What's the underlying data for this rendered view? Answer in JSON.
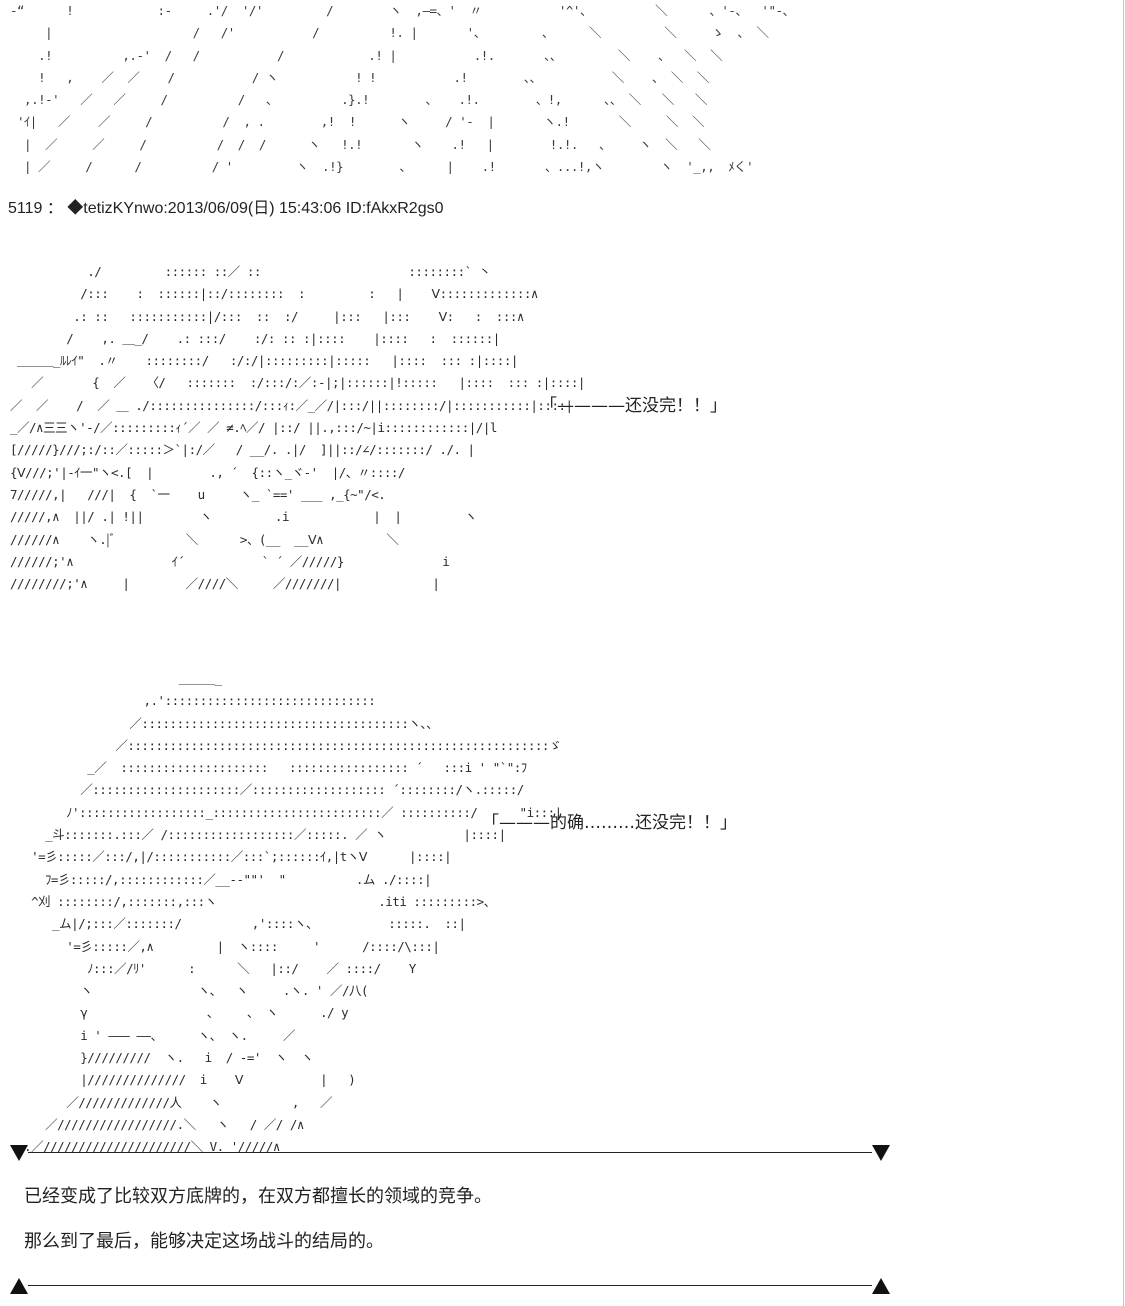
{
  "post": {
    "header": "5119 ： ◆tetizKYnwo:2013/06/09(日) 15:43:06 ID:fAkxR2gs0"
  },
  "art": {
    "top": "-“      !            :-     .'/  '/'         /        ヽ  ,—=、'  〃           '^'、         ＼      、'-、  '\"-、\n     |                    /   /'           /          !. |       '、        、     ＼         ＼     ゝ  、 ＼\n    .!          ,.-'  /   /           /            .! |           .!.       、、        ＼    、  ＼  ＼\n    !   ,    ／  ／    /           / ヽ           ! !           .!        、、          ＼    、 ＼  ＼\n  ,.!-'   ／   ／     /          /   、         .}.!        、   .!.        、!,      、、 ＼   ＼   ＼\n 'ｲ|   ／    ／     /          /  , .        ,!  !      ヽ     / '-  |       ヽ.!       ＼     ＼  ＼\n  |  ／     ／     /          /  /  /      ヽ   !.!       ヽ    .!   |        !.!.   、    ヽ  ＼   ＼\n  | ／     /      /          / '         ヽ  .!}        、     |    .!       、...!,ヽ        ヽ  '_,,  ﾒく'",
    "girl": "           ./         :::::: ::／ ::                     ::::::::` 丶\n          /:::    :  ::::::|::/::::::::  :         :   |    Ⅴ:::::::::::::∧\n         .: ::   :::::::::::|/:::  ::  :/     |:::   |:::    Ⅴ:   :  :::∧\n        /    ,. ＿_/    .: :::/    :/: :: :|::::    |::::   :  ::::::|\n ＿＿＿_ﾙﾚｲ\"  .〃    ::::::::/   :/:/|:::::::::|:::::   |::::  ::: :|::::|\n   ／       {  ／   〈/   :::::::  :/:::/:／:-|;|::::::|!:::::   |::::  ::: :|::::|\n／  ／    /  ／ ＿ ./:::::::::::::::/:::ｨ:／_／/|:::/||::::::::/|:::::::::::|::::|\n_／/∧三三ヽ'-/／:::::::::ｨ´／ ／ ≠.ﾍ／/ |::/ ||.,:::/~|i::::::::::::|/|l\n[/////}///;:/::／:::::＞`|:/／   / __/. .|/  ]||::/∠/:::::::/ ./. |\n{Ⅴ///;'|-ｲ一\"ヽ<.[  |        ., ´  {::ヽ_ヾ-'  |/、〃::::/\n7/////,|   ///|  {  `一    u     ヽ_ `==' ___ ,_{~\"/<.\n/////,∧  ||/ .| !||        ヽ         .i            |  |         ヽ\n//////∧    ヽ.|ﾞ          ＼      >、(__  __Ⅴ∧         ＼\n//////;'∧              ｲ´           ` ´ ／/////}              i\n////////;'∧     |        ／////＼     ／///////|             |",
    "boy": "                        ＿＿＿_\n                   ,.'::::::::::::::::::::::::::::::\n                 ／::::::::::::::::::::::::::::::::::::::ヽ、、\n               ／::::::::::::::::::::::::::::::::::::::::::::::::::::::::::::ゞ\n           _／  :::::::::::::::::::::   ::::::::::::::::: ´   :::i ' \"`\":ﾌ\n          ／:::::::::::::::::::::／::::::::::::::::::: ´::::::::/ヽ.:::::/\n        ﾉ'::::::::::::::::::_::::::::::::::::::::::::／ ::::::::::/      \"i:::|\n     _斗:::::::.:::／ /::::::::::::::::::／:::::. ／ ヽ           |::::|\n   '=彡:::::／:::/,|/:::::::::::／:::`;::::::ｲ,|tヽⅤ      |::::|\n     ﾌ=彡:::::/,::::::::::::／__-‐\"\"'  \"          .ム ./::::|\n   ^刈 ::::::::/,:::::::,:::ヽ                       .iti :::::::::>、\n      _ム|/;:::／:::::::/          ,'::::ヽ、          :::::.  ::|\n        '=彡:::::／,∧         |  ヽ::::     '      /::::/\\:::|\n           ﾉ:::／/ﾘ'      :      ＼   |::/    ／ ::::/    Y\n          ヽ               ヽ、  ヽ     .ヽ. ' ／/八(\n          γ                 、    、 ヽ      ./ y\n          i ' ——— ——、     ヽ、 ヽ.     ／\n          }/////////  ヽ.   i  / -='  ヽ  ヽ\n          |//////////////  i    Ⅴ           |   )\n        ／/////////////人    ヽ          ,   ／\n     ／/////////////////.＼   ヽ   / ／/ /∧\n  .／/////////////////////＼ V. '/////∧"
  },
  "dialogue": {
    "line1": "「————还没完！！」",
    "line2": "「———的确………还没完！！」"
  },
  "narration": {
    "line1": "已经变成了比较双方底牌的，在双方都擅长的领域的竞争。",
    "line2": "那么到了最后，能够决定这场战斗的结局的。"
  },
  "colors": {
    "text": "#222222",
    "background": "#ffffff",
    "divider": "#111111"
  }
}
